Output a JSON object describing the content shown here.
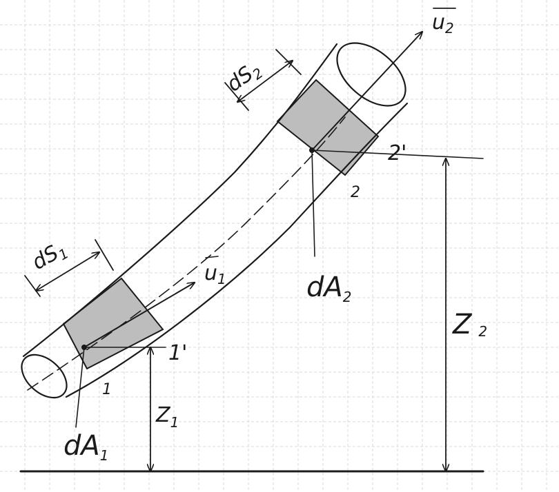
{
  "labels": {
    "ds1": "dS",
    "ds1_sub": "1",
    "ds2": "dS",
    "ds2_sub": "2",
    "u1": "u",
    "u1_sub": "1",
    "u2": "u",
    "u2_sub": "2",
    "point1": "1",
    "point1_prime": "1'",
    "point2": "2",
    "point2_prime": "2'",
    "dA1": "dA",
    "dA1_sub": "1",
    "dA2": "dA",
    "dA2_sub": "2",
    "z1": "Z",
    "z1_sub": "1",
    "z2": "Z",
    "z2_sub": "2"
  },
  "colors": {
    "ink": "#1a1a1a",
    "shade": "#bdbdbd",
    "grid": "#d9d9d9"
  }
}
